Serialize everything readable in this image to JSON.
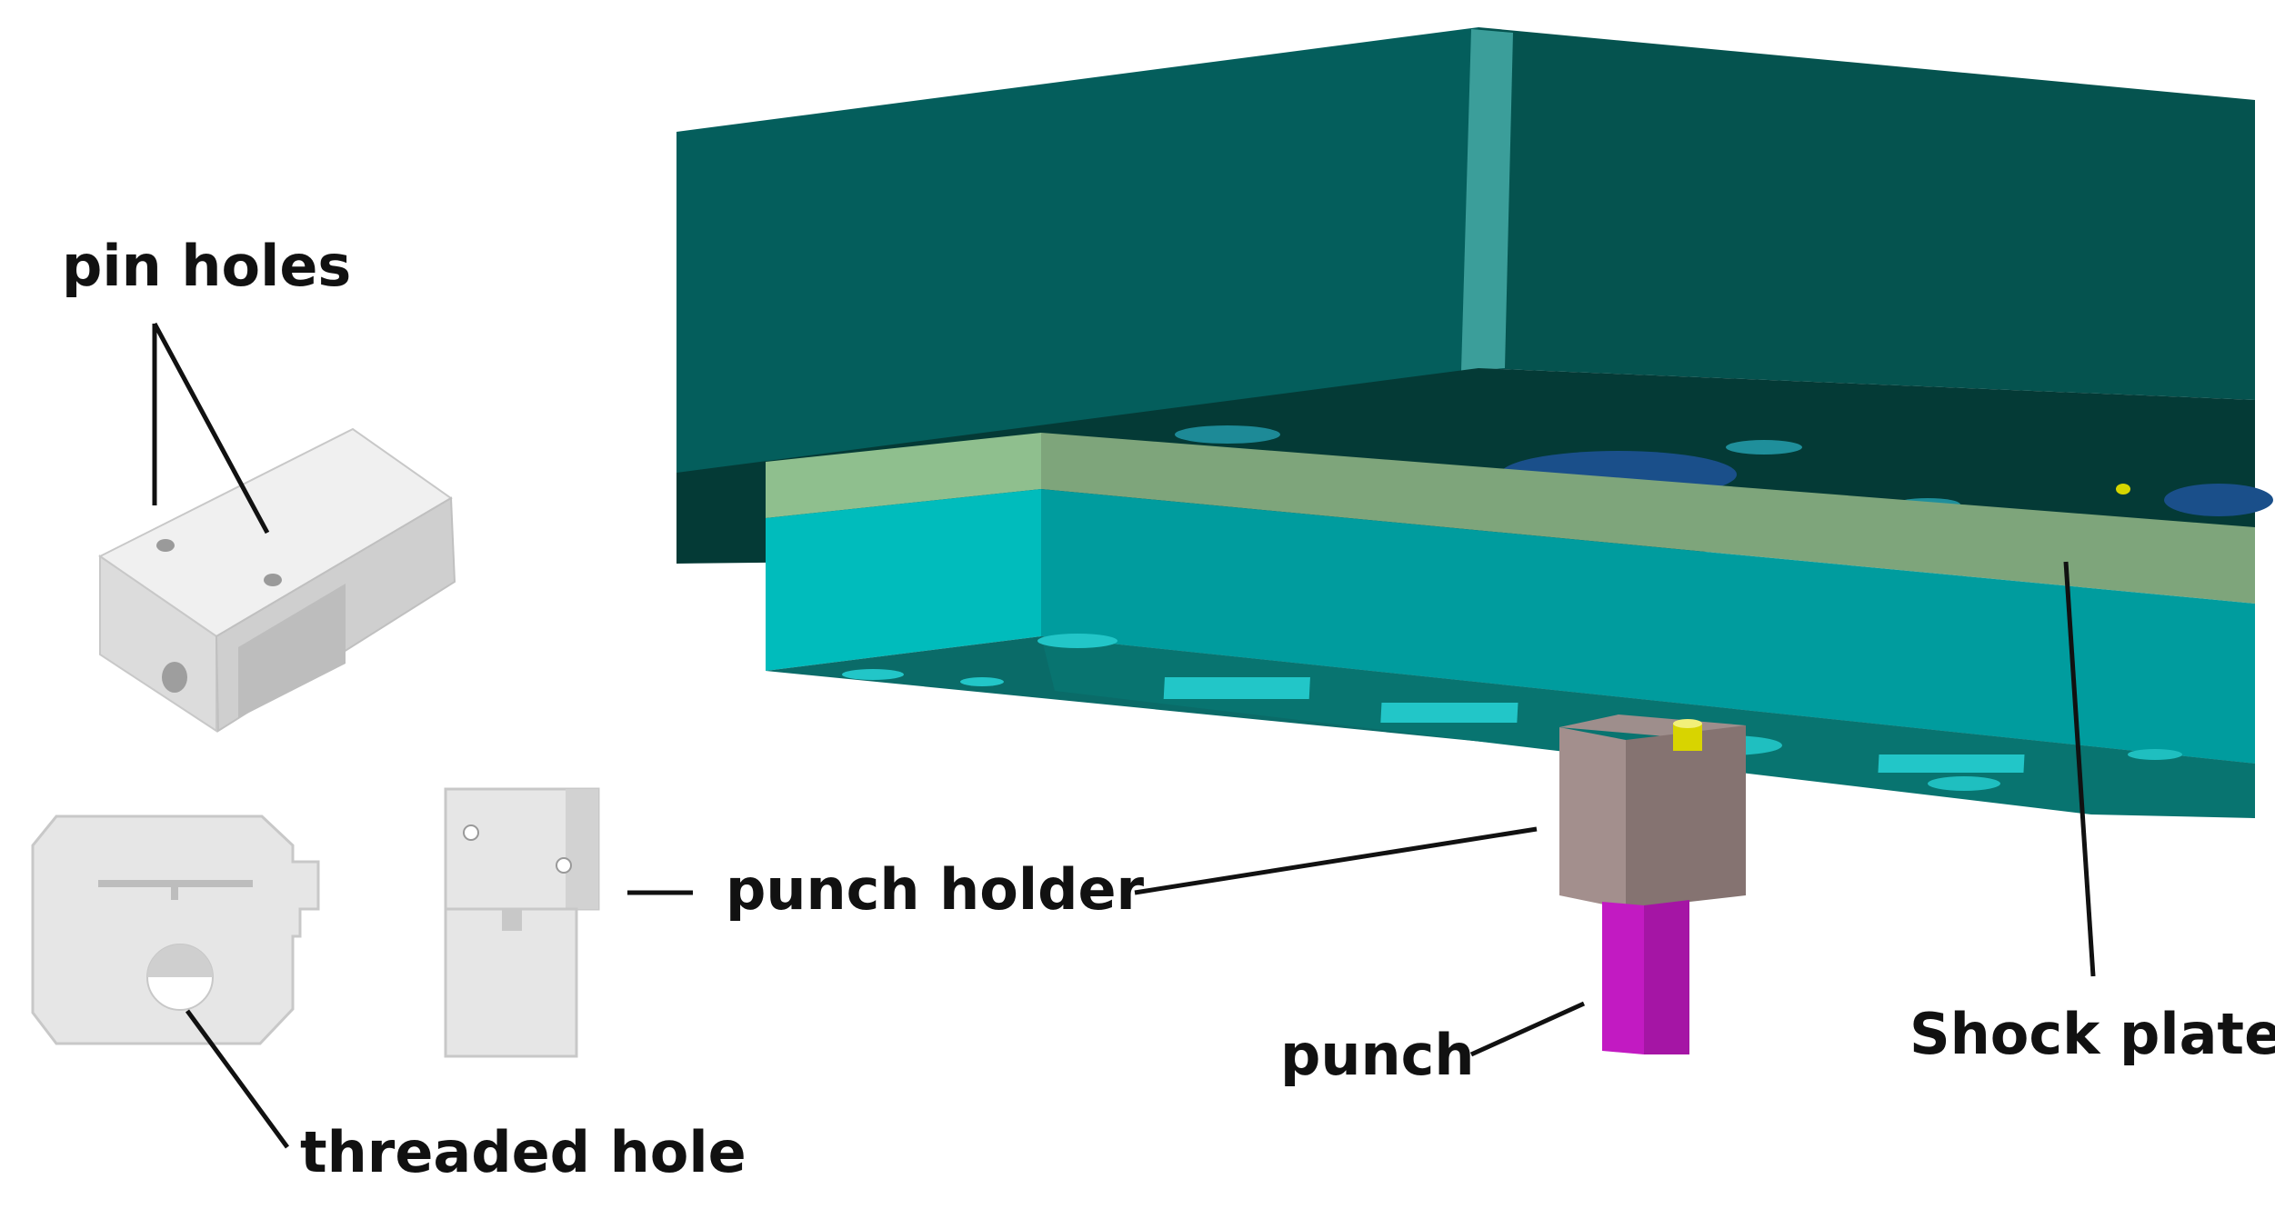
{
  "labels": {
    "pin_holes": "pin holes",
    "punch_holder": "punch holder",
    "punch": "punch",
    "shock_plate": "Shock plate",
    "threaded_hole": "threaded hole"
  },
  "colors": {
    "die_plate_front": "#045e5c",
    "die_plate_side": "#05554f",
    "die_plate_bottom": "#043a36",
    "shock_plate_top": "#8fbf8e",
    "shock_plate_face": "#00bcbc",
    "punch_holder": "#8c7a78",
    "punch": "#c21ac2",
    "part_gray": "#e4e4e4",
    "leader_line": "#111111"
  }
}
